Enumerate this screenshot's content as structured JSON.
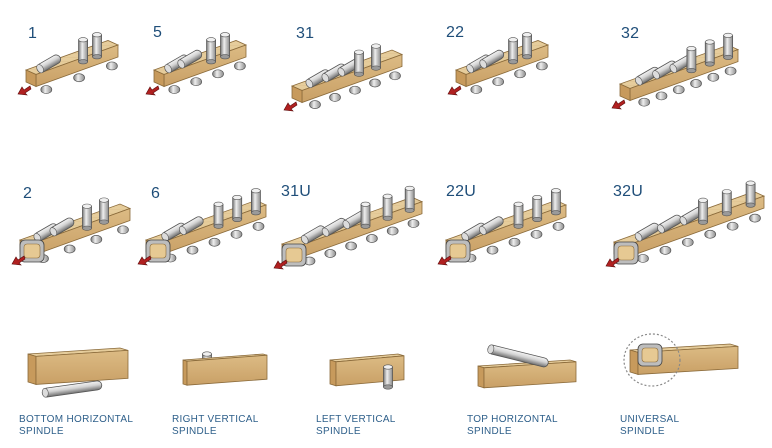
{
  "configurations": {
    "row1": [
      {
        "code": "1"
      },
      {
        "code": "5"
      },
      {
        "code": "31"
      },
      {
        "code": "22"
      },
      {
        "code": "32"
      }
    ],
    "row2": [
      {
        "code": "2"
      },
      {
        "code": "6"
      },
      {
        "code": "31U"
      },
      {
        "code": "22U"
      },
      {
        "code": "32U"
      }
    ]
  },
  "legend": [
    {
      "line1": "BOTTOM HORIZONTAL",
      "line2": "SPINDLE",
      "icon": "bottom-horizontal-spindle-icon"
    },
    {
      "line1": "RIGHT VERTICAL",
      "line2": "SPINDLE",
      "icon": "right-vertical-spindle-icon"
    },
    {
      "line1": "LEFT VERTICAL",
      "line2": "SPINDLE",
      "icon": "left-vertical-spindle-icon"
    },
    {
      "line1": "TOP HORIZONTAL",
      "line2": "SPINDLE",
      "icon": "top-horizontal-spindle-icon"
    },
    {
      "line1": "UNIVERSAL",
      "line2": "SPINDLE",
      "icon": "universal-spindle-icon"
    }
  ],
  "colors": {
    "label_blue": "#1f4e79",
    "wood_top": "#e8cf9f",
    "wood_front": "#d6b47c",
    "wood_end": "#c79a5c",
    "spindle_light": "#eeeeee",
    "spindle_dark": "#8a8a8a",
    "feed_arrow": "#b02020"
  }
}
